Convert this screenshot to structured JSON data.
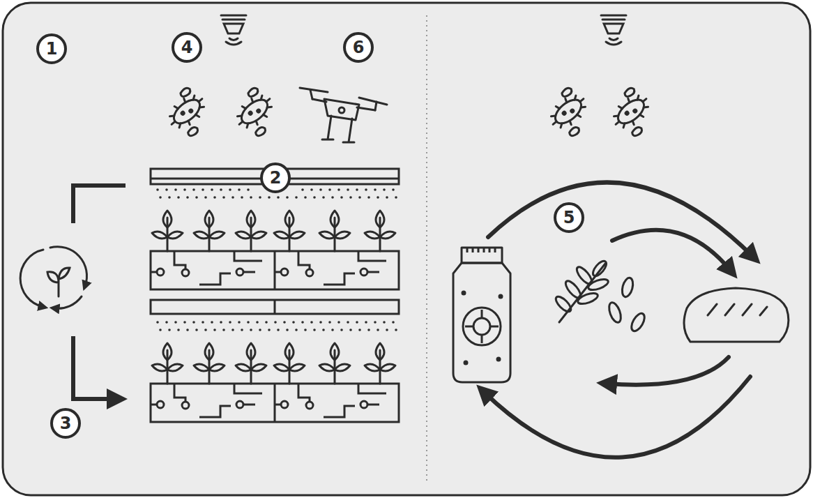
{
  "diagram": {
    "labels": [
      "1",
      "4",
      "6",
      "2",
      "5",
      "3"
    ]
  }
}
